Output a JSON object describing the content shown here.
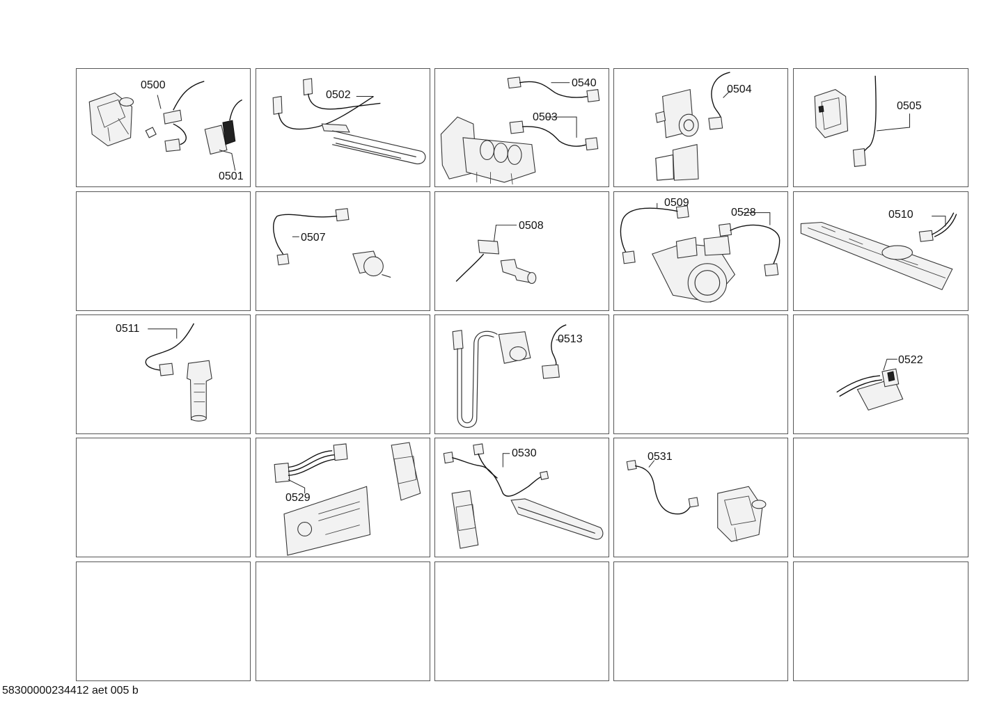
{
  "parts": {
    "p0500": "0500",
    "p0501": "0501",
    "p0502": "0502",
    "p0540": "0540",
    "p0503": "0503",
    "p0504": "0504",
    "p0505": "0505",
    "p0507": "0507",
    "p0508": "0508",
    "p0509": "0509",
    "p0528": "0528",
    "p0510": "0510",
    "p0511": "0511",
    "p0513": "0513",
    "p0522": "0522",
    "p0529": "0529",
    "p0530": "0530",
    "p0531": "0531"
  },
  "footer": {
    "code": "58300000234412 aet 005 b"
  }
}
